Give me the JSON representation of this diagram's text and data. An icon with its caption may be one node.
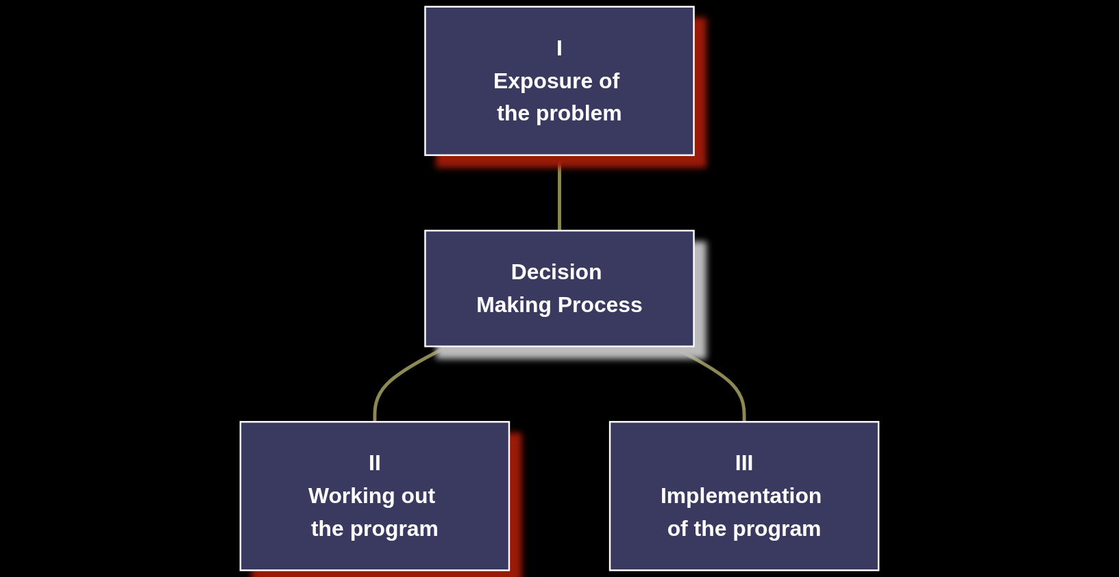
{
  "diagram": {
    "nodes": [
      {
        "text": [
          "I",
          "Exposure of the problem"
        ]
      },
      {
        "text": [
          "Decision Making Process"
        ]
      },
      {
        "text": [
          "II",
          "Working out the program"
        ]
      },
      {
        "text": [
          "III",
          "Implementation of the program"
        ]
      }
    ],
    "edges": [
      {
        "from": 0,
        "to": 1,
        "arrow": "none"
      },
      {
        "from": 1,
        "to": 2,
        "arrow": "none"
      },
      {
        "from": 1,
        "to": 3,
        "arrow": "none"
      }
    ]
  }
}
